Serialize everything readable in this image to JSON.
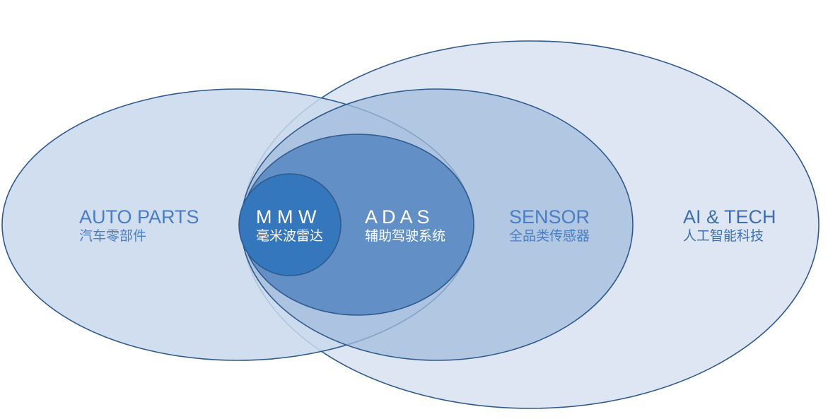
{
  "diagram": {
    "colors": {
      "outline": "#2f5a8e",
      "ai_fill": "#dde6f2",
      "auto_fill": "#c9d8ec",
      "sensor_fill": "#a1bcdc",
      "adas_fill": "#618fc6",
      "mmw_fill": "#3577bc",
      "label_blue": "#4a7ec4",
      "label_white": "#ffffff"
    },
    "regions": [
      {
        "id": "auto-parts",
        "title": "AUTO PARTS",
        "subtitle": "汽车零部件"
      },
      {
        "id": "mmw",
        "title": "M M W",
        "subtitle": "毫米波雷达"
      },
      {
        "id": "adas",
        "title": "A D A S",
        "subtitle": "辅助驾驶系统"
      },
      {
        "id": "sensor",
        "title": "SENSOR",
        "subtitle": "全品类传感器"
      },
      {
        "id": "ai-tech",
        "title": "AI & TECH",
        "subtitle": "人工智能科技"
      }
    ]
  }
}
